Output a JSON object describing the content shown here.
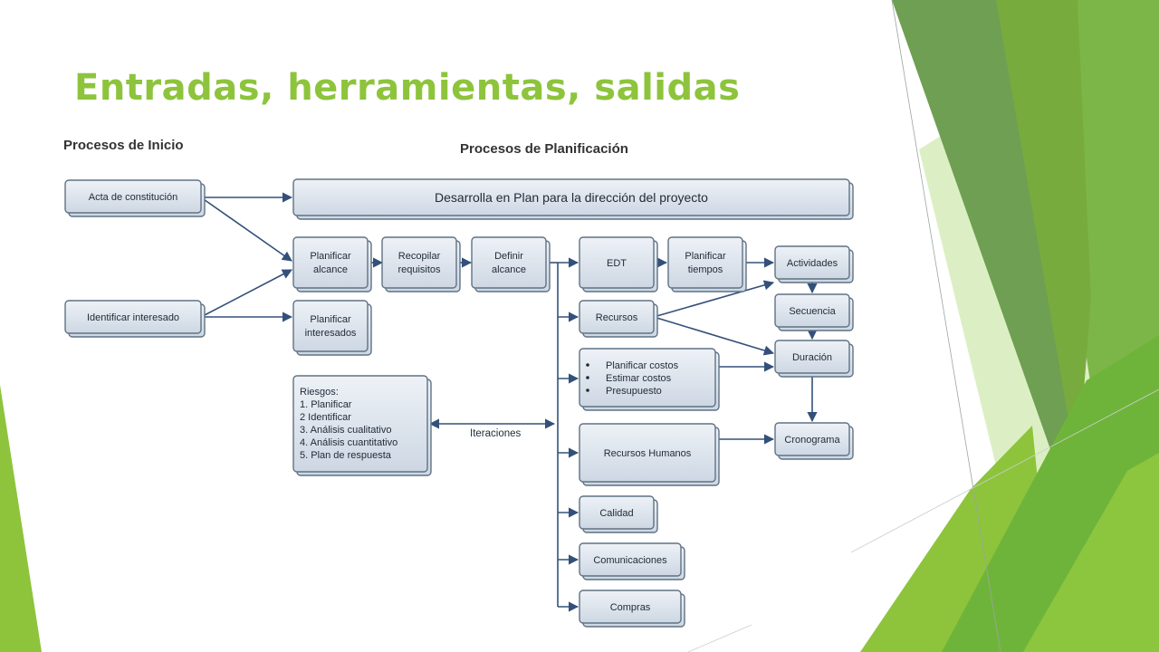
{
  "title": "Entradas, herramientas, salidas",
  "headings": {
    "inicio": "Procesos de Inicio",
    "planificacion": "Procesos de Planificación"
  },
  "nodes": {
    "acta": "Acta de constitución",
    "identificar": "Identificar interesado",
    "desarrollar_plan": "Desarrolla en Plan para la dirección del proyecto",
    "planificar_alcance": [
      "Planificar",
      "alcance"
    ],
    "recopilar_requisitos": [
      "Recopilar",
      "requisitos"
    ],
    "definir_alcance": [
      "Definir",
      "alcance"
    ],
    "planificar_interesados": [
      "Planificar",
      "interesados"
    ],
    "riesgos": [
      "Riesgos:",
      "1. Planificar",
      "2 Identificar",
      "3. Análisis cualitativo",
      "4. Análisis cuantitativo",
      "5. Plan de respuesta"
    ],
    "edt": "EDT",
    "planificar_tiempos": [
      "Planificar",
      "tiempos"
    ],
    "recursos": "Recursos",
    "costos": [
      "Planificar costos",
      "Estimar costos",
      "Presupuesto"
    ],
    "recursos_humanos": "Recursos Humanos",
    "calidad": "Calidad",
    "comunicaciones": "Comunicaciones",
    "compras": "Compras",
    "actividades": "Actividades",
    "secuencia": "Secuencia",
    "duracion": "Duración",
    "cronograma": "Cronograma"
  },
  "edge_labels": {
    "iteraciones": "Iteraciones"
  },
  "colors": {
    "title": "#8dc43c",
    "edge": "#33507a",
    "box_top": "#eef2f7",
    "box_bottom": "#cdd7e3",
    "green_dark": "#5a9a3a",
    "green_light": "#a8d66a"
  }
}
